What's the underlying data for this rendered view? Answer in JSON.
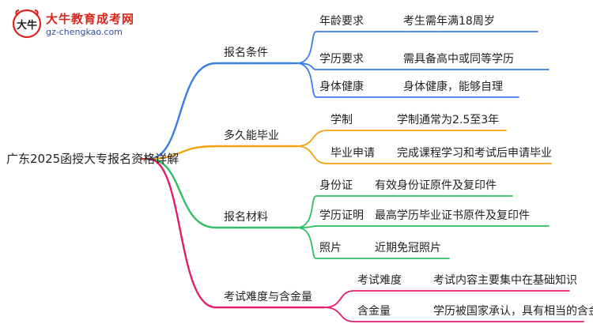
{
  "logo": {
    "title": "大牛教育成考网",
    "url": "gz-chengkao.com",
    "mark_text": "大牛"
  },
  "root": "广东2025函授大专报名资格详解",
  "colors": {
    "blue": "#3a7ee6",
    "orange": "#f3a10f",
    "green": "#2fbf62",
    "magenta": "#df1f6e",
    "root_line": "#c0392b"
  },
  "branches": [
    {
      "label": "报名条件",
      "color": "blue",
      "leaves": [
        {
          "key": "年龄要求",
          "value": "考生需年满18周岁"
        },
        {
          "key": "学历要求",
          "value": "需具备高中或同等学历"
        },
        {
          "key": "身体健康",
          "value": "身体健康，能够自理"
        }
      ]
    },
    {
      "label": "多久能毕业",
      "color": "orange",
      "leaves": [
        {
          "key": "学制",
          "value": "学制通常为2.5至3年"
        },
        {
          "key": "毕业申请",
          "value": "完成课程学习和考试后申请毕业"
        }
      ]
    },
    {
      "label": "报名材料",
      "color": "green",
      "leaves": [
        {
          "key": "身份证",
          "value": "有效身份证原件及复印件"
        },
        {
          "key": "学历证明",
          "value": "最高学历毕业证书原件及复印件"
        },
        {
          "key": "照片",
          "value": "近期免冠照片"
        }
      ]
    },
    {
      "label": "考试难度与含金量",
      "color": "magenta",
      "leaves": [
        {
          "key": "考试难度",
          "value": "考试内容主要集中在基础知识"
        },
        {
          "key": "含金量",
          "value": "学历被国家承认，具有相当的含金量"
        }
      ]
    }
  ]
}
